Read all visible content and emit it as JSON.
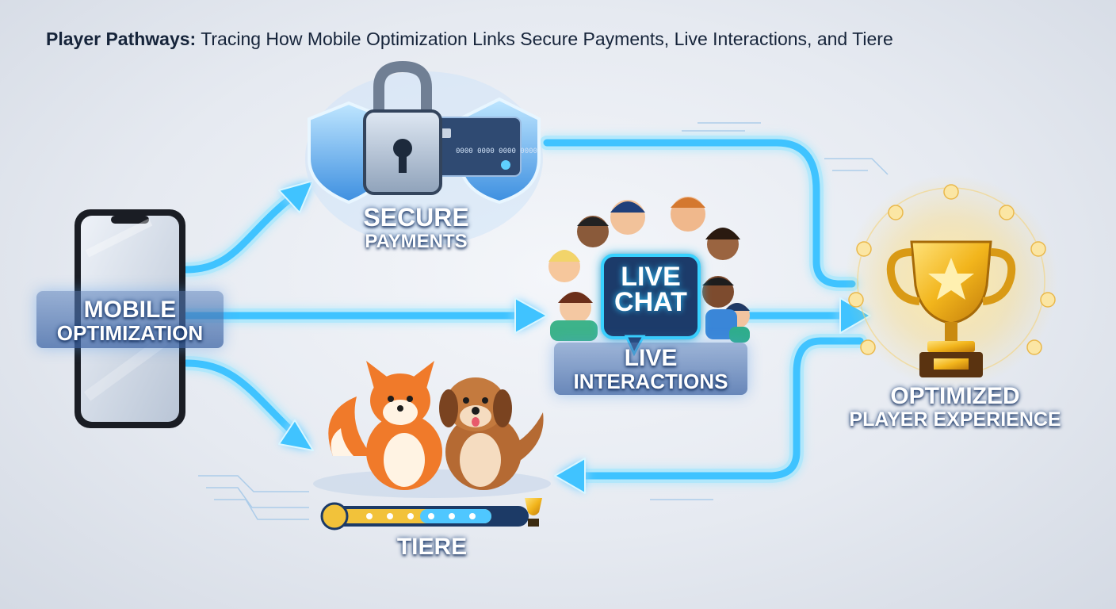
{
  "title": {
    "bold": "Player Pathways:",
    "rest": " Tracing How Mobile Optimization Links Secure Payments, Live Interactions, and Tiere"
  },
  "nodes": {
    "mobile": {
      "line1": "MOBILE",
      "line2": "OPTIMIZATION"
    },
    "secure": {
      "line1": "SECURE",
      "line2": "PAYMENTS"
    },
    "live": {
      "line1": "LIVE",
      "line2": "INTERACTIONS"
    },
    "tiere": {
      "line1": "TIERE"
    },
    "optimized": {
      "line1": "OPTIMIZED",
      "line2": "PLAYER EXPERIENCE"
    }
  },
  "live_chat_bubble": {
    "line1": "LIVE",
    "line2": "CHAT"
  },
  "card_numbers": "0000 0000 0000 0000",
  "colors": {
    "flow": "#3fc3ff",
    "flow_glow": "#9be6ff",
    "panel": "#4b78b8",
    "trophy": "#f2b51c",
    "fox": "#f07a2a",
    "dog": "#b56a33"
  }
}
